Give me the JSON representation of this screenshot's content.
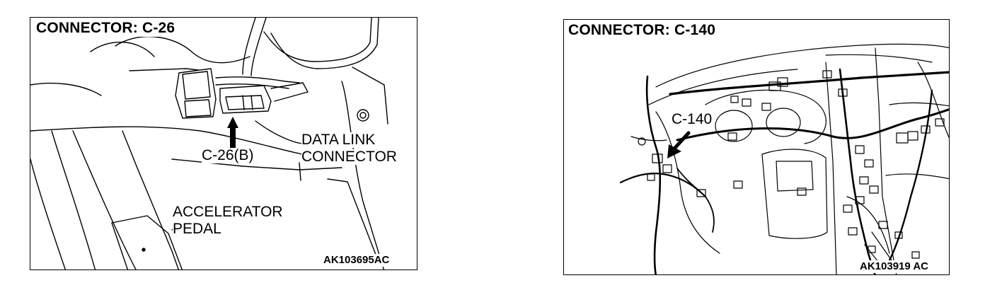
{
  "left": {
    "title": "CONNECTOR: C-26",
    "callouts": {
      "connector": "C-26(B)",
      "data_link_line1": "DATA  LINK",
      "data_link_line2": "CONNECTOR",
      "pedal_line1": "ACCELERATOR",
      "pedal_line2": "PEDAL"
    },
    "figure_code": "AK103695AC"
  },
  "right": {
    "title": "CONNECTOR: C-140",
    "callouts": {
      "connector": "C-140"
    },
    "figure_code": "AK103919 AC"
  }
}
